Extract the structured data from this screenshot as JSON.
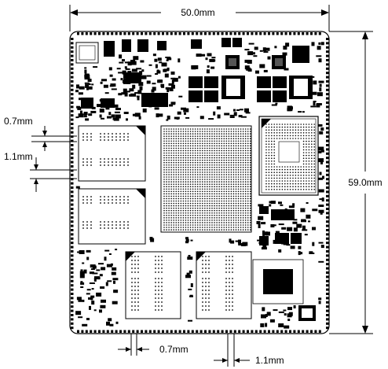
{
  "dimensions": {
    "width": "50.0mm",
    "height": "59.0mm",
    "pitch_left": "0.7mm",
    "spacing_left": "1.1mm",
    "pitch_bottom": "0.7mm",
    "spacing_bottom": "1.1mm"
  },
  "colors": {
    "line": "#000000",
    "board_fill": "#ffffff",
    "component": "#000000"
  }
}
